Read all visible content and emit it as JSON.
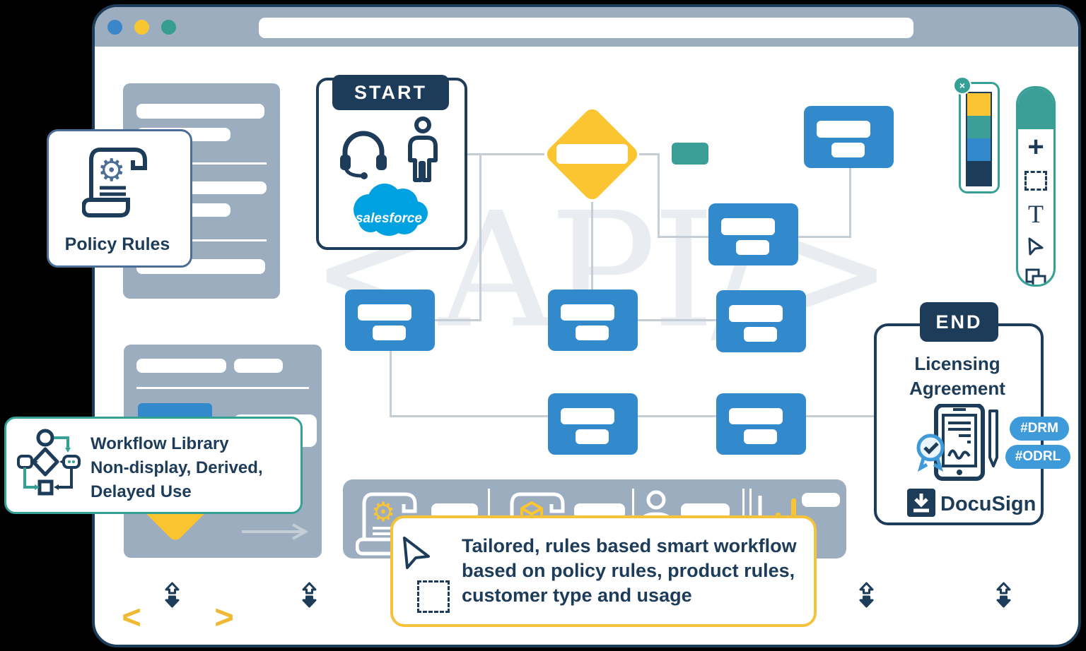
{
  "colors": {
    "chrome_gray": "#9cadc0",
    "navy": "#1d3c59",
    "node_blue": "#3289cb",
    "yellow": "#fac432",
    "teal": "#3b9e97",
    "connector": "#c5ced7",
    "salesforce_blue": "#00a1e0",
    "pill_blue": "#3e9ad9",
    "callout_yellow_border": "#f5c33b",
    "watermark_gray": "#e9edf2",
    "dot_blue": "#3a86c8",
    "dot_yellow": "#f8c630",
    "dot_teal": "#359d92"
  },
  "watermark": "<API/>",
  "footer": {
    "logo_lt": "<",
    "logo_mid": "API/",
    "logo_gt": ">"
  },
  "flow": {
    "start_label": "START",
    "salesforce_label": "salesforce",
    "end_label": "END",
    "end_title_lines": [
      "Licensing",
      "Agreement"
    ],
    "tags": [
      "#DRM",
      "#ODRL"
    ],
    "docusign_label": "DocuSign"
  },
  "callouts": {
    "policy_rules": {
      "label": "Policy Rules"
    },
    "workflow_library": {
      "lines": [
        "Workflow Library",
        "Non-display, Derived,",
        "Delayed Use"
      ]
    },
    "tailored": {
      "lines": [
        "Tailored, rules based smart workflow",
        "based on policy rules, product rules,",
        "customer type and usage"
      ]
    }
  },
  "toolbar": {
    "text_tool_label": "T",
    "plus_label": "+",
    "close_label": "×"
  }
}
